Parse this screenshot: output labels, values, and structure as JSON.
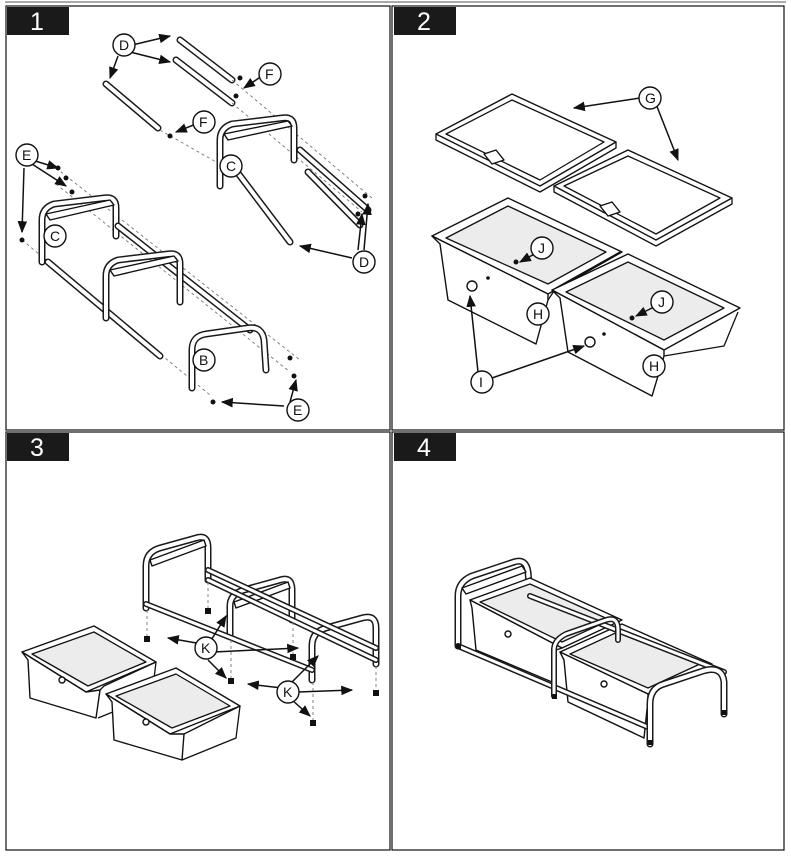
{
  "panels": [
    {
      "step": "1"
    },
    {
      "step": "2"
    },
    {
      "step": "3"
    },
    {
      "step": "4"
    }
  ],
  "callouts": {
    "B": "B",
    "C": "C",
    "D": "D",
    "E": "E",
    "F": "F",
    "G": "G",
    "H": "H",
    "I": "I",
    "J": "J",
    "K": "K"
  }
}
